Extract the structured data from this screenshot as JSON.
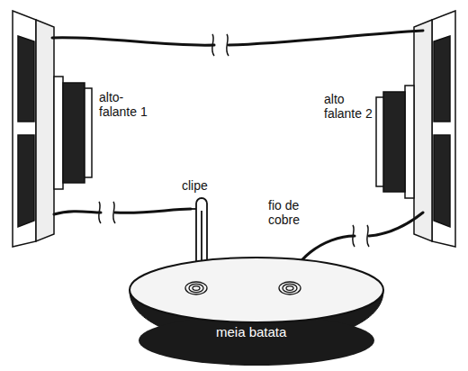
{
  "diagram": {
    "nodes": [
      {
        "text": [
          "meia batata"
        ]
      }
    ],
    "labels": [
      "alto- falante 1",
      "alto falante 2",
      "clipe",
      "fio de cobre"
    ]
  }
}
